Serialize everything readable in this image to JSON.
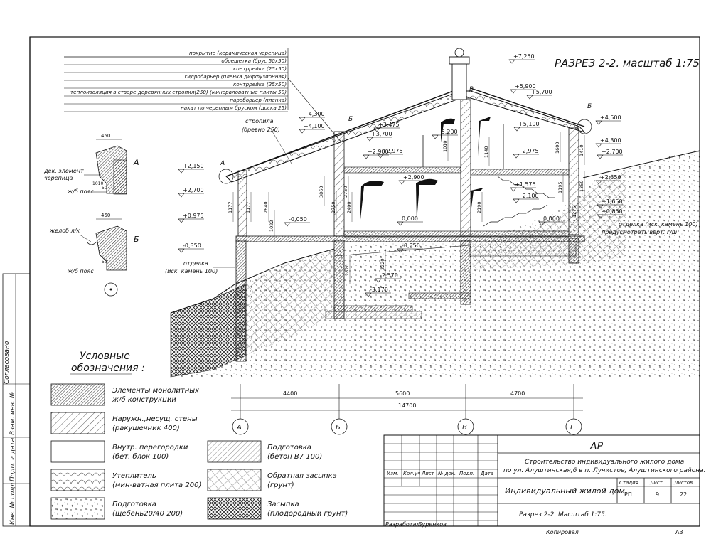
{
  "sheet": {
    "title": "РАЗРЕЗ 2-2. масштаб 1:75",
    "side_labels": [
      "Согласовано",
      "Взам. инв. №",
      "Подп. и дата",
      "Инв. № подл."
    ]
  },
  "layers": [
    "покрытие (керамическая черепица)",
    "обрешетка (брус 50х50)",
    "контррейка (25х50)",
    "гидробарьер (пленка диффузионная)",
    "контррейка (25х50)",
    "теплоизоляция в створе деревянных стропил(250) (минераловатные плиты 50)",
    "пароборьер (пленка)",
    "накат по черепным бруском (доска 25)"
  ],
  "details": {
    "A": {
      "letter": "А",
      "dim": "450",
      "labels": [
        "дек. элемент",
        "черепица",
        "ж/б пояс"
      ],
      "dims": [
        "1010",
        "50"
      ]
    },
    "B": {
      "letter": "Б",
      "dim": "450",
      "labels": [
        "желоб л/к",
        "ж/б пояс"
      ],
      "dims": [
        "50"
      ]
    }
  },
  "annotations": {
    "rafter": [
      "стропила",
      "(бревно 250)"
    ],
    "finish_left": [
      "отделка",
      "(иск. камень 100)"
    ],
    "finish_right": "отделка (иск. камень 100)",
    "vert_plan": "предусмотреть верт. г/ш"
  },
  "levels": [
    "+7,250",
    "+5,900",
    "+5,700",
    "+5,100",
    "+5,200",
    "+4,300",
    "+4,100",
    "+4,500",
    "+4,300",
    "+3,700",
    "+3,475",
    "+2,975",
    "+2,900",
    "+2,975",
    "+2,700",
    "+2,900",
    "+2,350",
    "+2,150",
    "+2,700",
    "+2,100",
    "+1,575",
    "+1,650",
    "+0,975",
    "+0,850",
    "-0,050",
    "0,000",
    "0,000",
    "-0,350",
    "-0,350",
    "-2,570",
    "-3,170"
  ],
  "dims_vertical": [
    "3860",
    "2750",
    "2640",
    "1022",
    "2400",
    "2750",
    "2190",
    "2820",
    "2220",
    "1010",
    "1140",
    "1195",
    "1600",
    "1410",
    "1350",
    "1275",
    "1177",
    "1177"
  ],
  "axes": {
    "labels": [
      "А",
      "Б",
      "В",
      "Г"
    ],
    "spans": [
      "4400",
      "5600",
      "4700"
    ],
    "total": "14700"
  },
  "legend": {
    "title": [
      "Условные",
      "обозначения :"
    ],
    "items": [
      [
        "Элементы монолитных",
        "ж/б конструкций"
      ],
      [
        "Наружн.,несущ. стены",
        "(ракушечник 400)"
      ],
      [
        "Внутр. перегородки",
        "(бет. блок 100)"
      ],
      [
        "Утеплитель",
        "(мин-ватная плита 200)"
      ],
      [
        "Подготовка",
        "(щебень20/40 200)"
      ],
      [
        "Подготовка",
        "(бетон В7 100)"
      ],
      [
        "Обратная засыпка",
        "(грунт)"
      ],
      [
        "Засыпка",
        "(плодородный грунт)"
      ]
    ]
  },
  "stamp": {
    "code": "АР",
    "project": [
      "Строительство индивидуального жилого дома",
      "по ул. Алуштинская,6 в п. Лучистое, Алуштинского района."
    ],
    "cols": [
      "Изм.",
      "Кол.уч",
      "Лист",
      "№ док.",
      "Подп.",
      "Дата"
    ],
    "object": "Индивидуальный жилой дом",
    "stage_head": [
      "Стадия",
      "Лист",
      "Листов"
    ],
    "stage_vals": [
      "РП",
      "9",
      "22"
    ],
    "sheet_name": "Разрез 2-2. Масштаб 1:75.",
    "developer_label": "Разработал",
    "developer_name": "Буренков",
    "copied": "Копировал",
    "format": "А3"
  }
}
